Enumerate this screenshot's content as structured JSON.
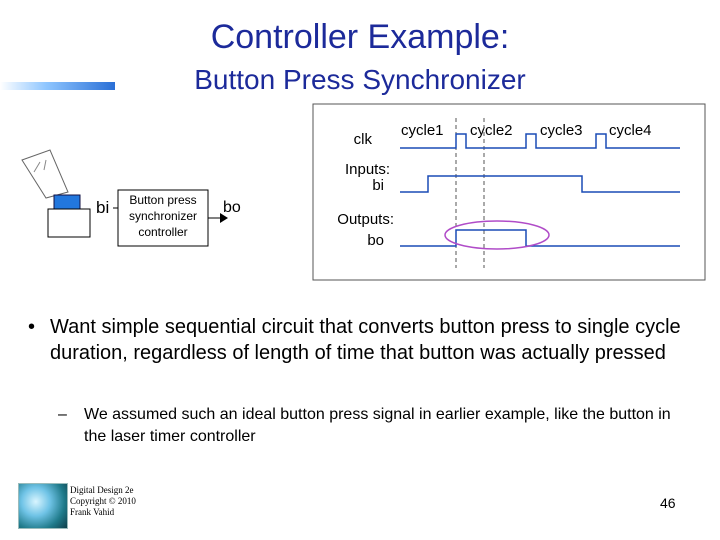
{
  "title": {
    "line1": "Controller Example:",
    "line2": "Button Press Synchronizer"
  },
  "block_diagram": {
    "input_label": "bi",
    "box_lines": [
      "Button press",
      "synchronizer",
      "controller"
    ],
    "output_label": "bo"
  },
  "timing": {
    "cycles": [
      "cycle1",
      "cycle2",
      "cycle3",
      "cycle4"
    ],
    "labels": {
      "clk": "clk",
      "inputs": "Inputs:",
      "bi": "bi",
      "outputs": "Outputs:",
      "bo": "bo"
    }
  },
  "bullets": {
    "main_marker": "•",
    "main": "Want simple sequential circuit that converts button press to single cycle duration, regardless of length of time that button was actually pressed",
    "sub_marker": "–",
    "sub": "We assumed such an ideal button press signal in earlier example, like the button in the laser timer controller"
  },
  "footer": {
    "credit_lines": [
      "Digital Design 2e",
      "Copyright © 2010",
      "Frank Vahid"
    ],
    "page_number": "46"
  },
  "colors": {
    "title": "#1c2a9a",
    "signal": "#1a4bb5",
    "ellipse": "#b04cc8"
  }
}
